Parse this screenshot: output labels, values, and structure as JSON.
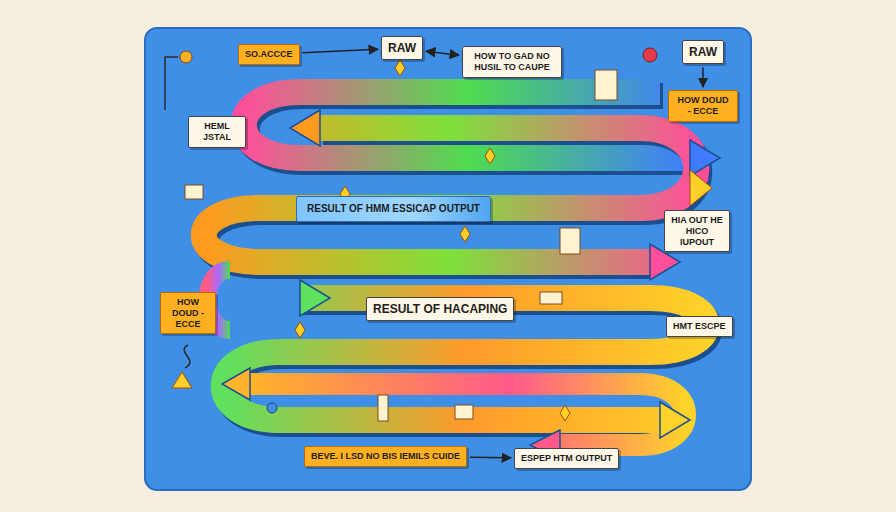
{
  "diagram": {
    "nodes": [
      {
        "text": [
          "SO.ACCCE"
        ]
      },
      {
        "text": [
          "RAW"
        ]
      },
      {
        "text": [
          "HOW TO GAD NO HUSIL TO CAUPE"
        ]
      },
      {
        "text": [
          "RAW"
        ]
      },
      {
        "text": [
          "HOW DOUD - ECCE"
        ]
      },
      {
        "text": [
          "HEML JSTAL"
        ]
      },
      {
        "text": [
          "RESULT OF HMM ESSICAP OUTPUT"
        ]
      },
      {
        "text": [
          "HIA OUT HE HICO IUPOUT"
        ]
      },
      {
        "text": [
          "HOW DOUD - ECCE"
        ]
      },
      {
        "text": [
          "RESULT OF HACAPING"
        ]
      },
      {
        "text": [
          "HMT ESCPE"
        ]
      },
      {
        "text": [
          "BEVE. I LSD NO BIS IEMILS CUIDE"
        ]
      },
      {
        "text": [
          "ESPEP HTM OUTPUT"
        ]
      }
    ],
    "edges": [
      {
        "from": 0,
        "to": 1,
        "arrow": "to"
      },
      {
        "from": 1,
        "to": 2,
        "arrow": "both"
      },
      {
        "from": 3,
        "to": 4,
        "arrow": "to"
      },
      {
        "from": 11,
        "to": 12,
        "arrow": "to"
      }
    ]
  }
}
